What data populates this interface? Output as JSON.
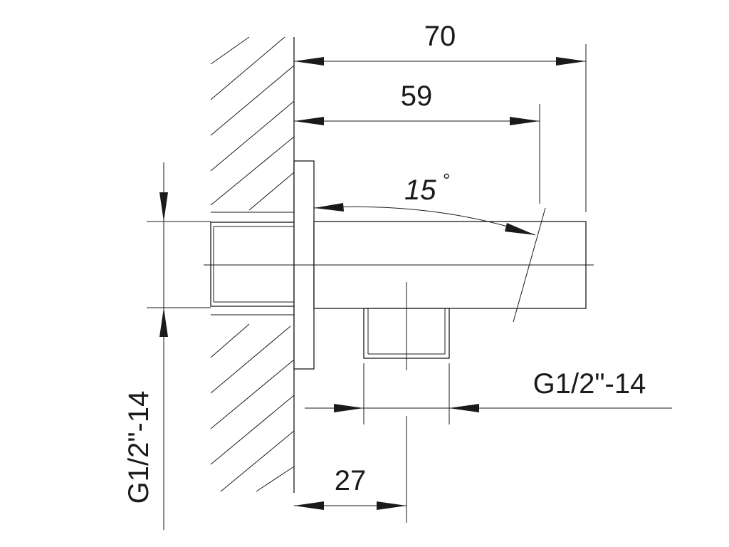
{
  "drawing": {
    "dim_overall": "70",
    "dim_arm": "59",
    "dim_angle": "15",
    "degree_symbol": "°",
    "dim_outlet_offset": "27",
    "thread_outlet": "G1/2\"-14",
    "thread_inlet": "G1/2\"-14"
  }
}
